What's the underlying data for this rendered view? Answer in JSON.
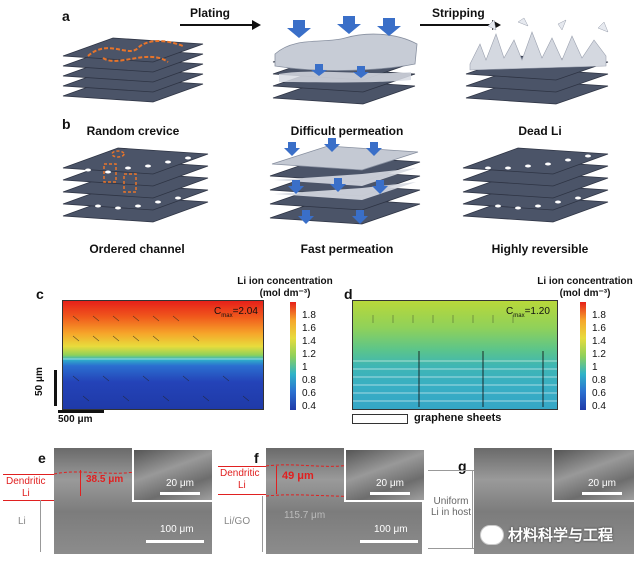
{
  "panels": {
    "a": "a",
    "b": "b",
    "c": "c",
    "d": "d",
    "e": "e",
    "f": "f",
    "g": "g"
  },
  "arrows": {
    "plating": "Plating",
    "stripping": "Stripping"
  },
  "captions": {
    "random_crevice": "Random crevice",
    "difficult_permeation": "Difficult permeation",
    "dead_li": "Dead Li",
    "ordered_channel": "Ordered channel",
    "fast_permeation": "Fast permeation",
    "highly_reversible": "Highly reversible"
  },
  "sim_c": {
    "cmax": "C",
    "cmax_sub": "max",
    "cmax_value": "=2.04",
    "scale_v": "50 μm",
    "scale_h": "500 μm",
    "cbar_title_1": "Li ion concentration",
    "cbar_title_2": "(mol dm⁻³)",
    "ticks": [
      "1.8",
      "1.6",
      "1.4",
      "1.2",
      "1",
      "0.8",
      "0.6",
      "0.4"
    ]
  },
  "sim_d": {
    "cmax": "C",
    "cmax_sub": "max",
    "cmax_value": "=1.20",
    "legend": "graphene sheets",
    "cbar_title_1": "Li ion concentration",
    "cbar_title_2": "(mol dm⁻³)",
    "ticks": [
      "1.8",
      "1.6",
      "1.4",
      "1.2",
      "1",
      "0.8",
      "0.6",
      "0.4"
    ]
  },
  "sem_e": {
    "dendritic": "Dendritic",
    "li_top": "Li",
    "li_side": "Li",
    "thickness": "38.5 μm",
    "inset_scale": "20 μm",
    "main_scale": "100 μm"
  },
  "sem_f": {
    "dendritic": "Dendritic",
    "li_top": "Li",
    "li_side": "Li/GO",
    "thickness": "49 μm",
    "inner": "115.7 μm",
    "inset_scale": "20 μm",
    "main_scale": "100 μm"
  },
  "sem_g": {
    "side_1": "Uniform",
    "side_2": "Li in host",
    "inset_scale": "20 μm"
  },
  "watermark": "材料科学与工程",
  "colors": {
    "sheet": "#4b5468",
    "arrow_blue": "#3a6fc8",
    "dashed_orange": "#e8742a",
    "red": "#e02020"
  }
}
